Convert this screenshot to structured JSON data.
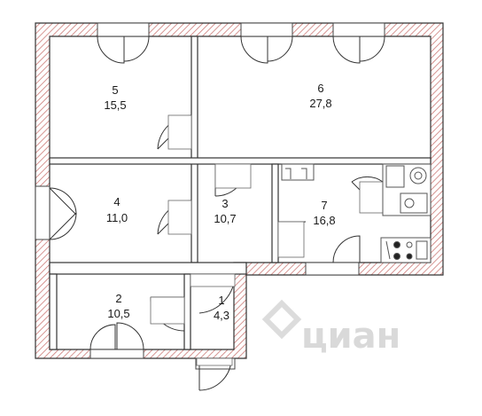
{
  "rooms": [
    {
      "id": "5",
      "number": "5",
      "area": "15,5"
    },
    {
      "id": "6",
      "number": "6",
      "area": "27,8"
    },
    {
      "id": "4",
      "number": "4",
      "area": "11,0"
    },
    {
      "id": "3",
      "number": "3",
      "area": "10,7"
    },
    {
      "id": "7",
      "number": "7",
      "area": "16,8"
    },
    {
      "id": "2",
      "number": "2",
      "area": "10,5"
    },
    {
      "id": "1",
      "number": "1",
      "area": "4,3"
    }
  ],
  "watermark": "циан",
  "colors": {
    "wall": "#333333",
    "hatch": "#cc7a77",
    "line": "#444444",
    "fixture": "#555555"
  }
}
